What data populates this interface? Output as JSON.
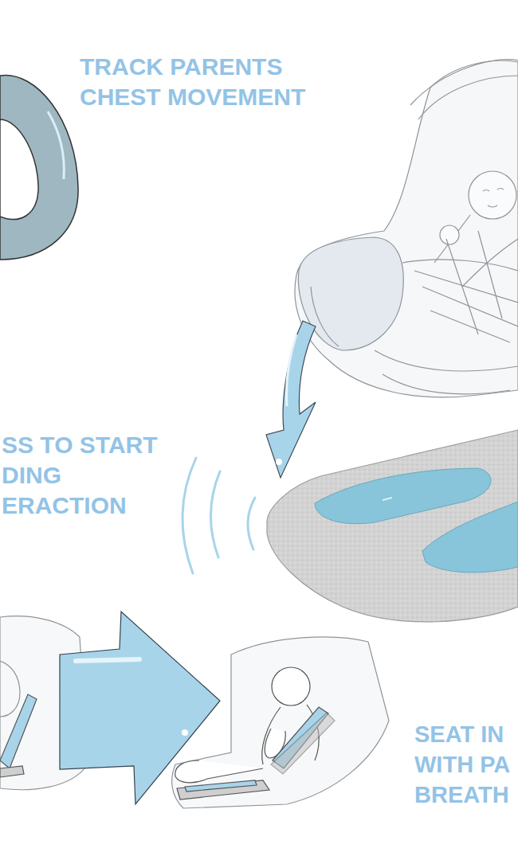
{
  "diagram": {
    "labels": [
      "TRACK PARENTS CHEST MOVEMENT",
      "SS TO START DING ERACTION",
      "SEAT IN WITH PA BREATH"
    ]
  }
}
